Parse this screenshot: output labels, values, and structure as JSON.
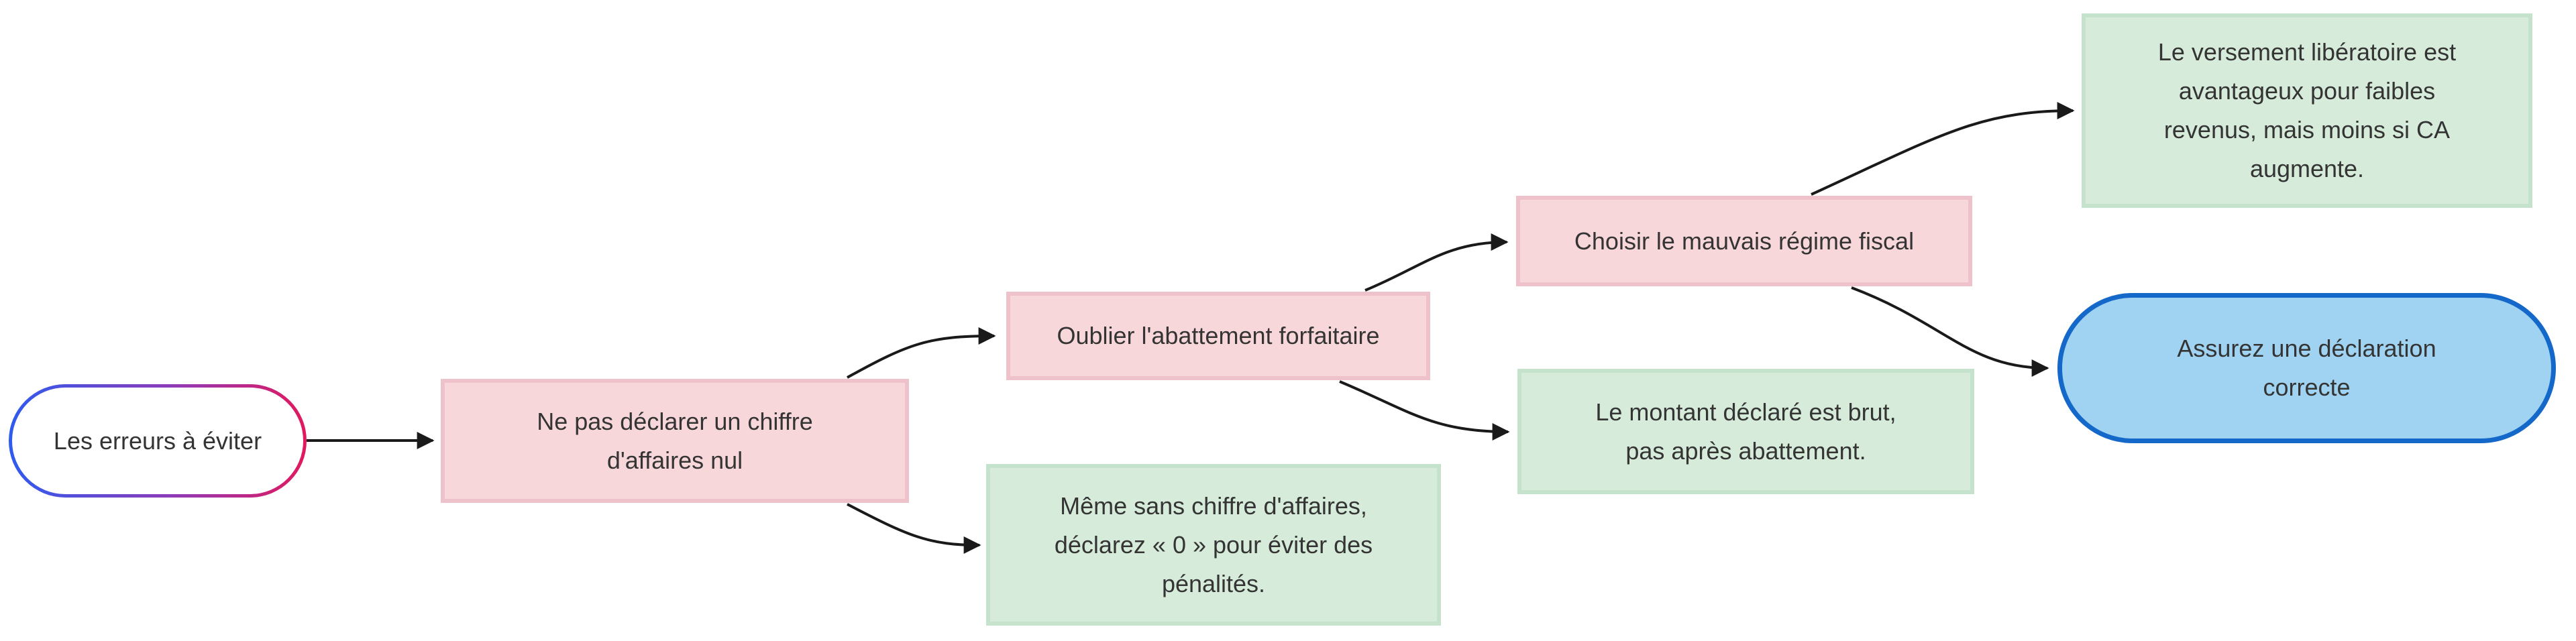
{
  "diagram": {
    "type": "flowchart",
    "direction": "left-to-right",
    "background": "#ffffff"
  },
  "palette": {
    "mistake_fill": "#f8d7da",
    "mistake_border": "#eec2ca",
    "tip_fill": "#d6ebda",
    "tip_border": "#c5e2cd",
    "end_fill": "#a0d3f1",
    "end_border": "#1368c9",
    "start_fill": "#ffffff",
    "start_border_left": "#2e5bef",
    "start_border_right": "#e2185e",
    "edge_color": "#1a1a1a",
    "text_color": "#343434"
  },
  "nodes": {
    "start": {
      "shape": "stadium",
      "label": "Les erreurs à éviter",
      "lines": [
        "Les erreurs à éviter"
      ]
    },
    "m1": {
      "shape": "rect",
      "kind": "mistake",
      "label": "Ne pas déclarer un chiffre d'affaires nul",
      "lines": [
        "Ne pas déclarer un chiffre",
        "d'affaires nul"
      ]
    },
    "m2": {
      "shape": "rect",
      "kind": "mistake",
      "label": "Oublier l'abattement forfaitaire",
      "lines": [
        "Oublier l'abattement forfaitaire"
      ]
    },
    "m3": {
      "shape": "rect",
      "kind": "mistake",
      "label": "Choisir le mauvais régime fiscal",
      "lines": [
        "Choisir le mauvais régime fiscal"
      ]
    },
    "tip1": {
      "shape": "rect",
      "kind": "tip",
      "label": "Même sans chiffre d'affaires, déclarez « 0 » pour éviter des pénalités.",
      "lines": [
        "Même sans chiffre d'affaires,",
        "déclarez « 0 » pour éviter des",
        "pénalités."
      ]
    },
    "tip2": {
      "shape": "rect",
      "kind": "tip",
      "label": "Le montant déclaré est brut, pas après abattement.",
      "lines": [
        "Le montant déclaré est brut,",
        "pas après abattement."
      ]
    },
    "tip3": {
      "shape": "rect",
      "kind": "tip",
      "label": "Le versement libératoire est avantageux pour faibles revenus, mais moins si CA augmente.",
      "lines": [
        "Le versement libératoire est",
        "avantageux pour faibles",
        "revenus, mais moins si CA",
        "augmente."
      ]
    },
    "end": {
      "shape": "stadium",
      "label": "Assurez une déclaration correcte",
      "lines": [
        "Assurez une déclaration",
        "correcte"
      ]
    }
  },
  "edges": [
    {
      "from": "start",
      "to": "m1"
    },
    {
      "from": "m1",
      "to": "m2"
    },
    {
      "from": "m1",
      "to": "tip1"
    },
    {
      "from": "m2",
      "to": "m3"
    },
    {
      "from": "m2",
      "to": "tip2"
    },
    {
      "from": "m3",
      "to": "tip3"
    },
    {
      "from": "m3",
      "to": "end"
    }
  ]
}
